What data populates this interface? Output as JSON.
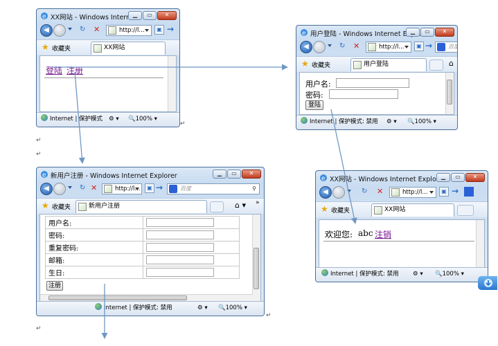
{
  "windows": {
    "home": {
      "title": "XX网站 - Windows Interne...",
      "address": "http://l...",
      "favorites": "收藏夹",
      "tab": "XX网站",
      "links": [
        "登陆",
        "注册"
      ],
      "status": "Internet | 保护模式",
      "zoom": "100%"
    },
    "login": {
      "title": "用户登陆 - Windows Internet Expl...",
      "address": "http://l...",
      "search": "百度",
      "favorites": "收藏夹",
      "tab": "用户登陆",
      "username_label": "用户名:",
      "password_label": "密码:",
      "button": "登陆",
      "status": "Internet | 保护模式: 禁用",
      "zoom": "100%"
    },
    "register": {
      "title": "新用户注册 - Windows Internet Explorer",
      "address": "http://l...",
      "search": "百度",
      "favorites": "收藏夹",
      "tab": "新用户注册",
      "fields": [
        "用户名:",
        "密码:",
        "重复密码:",
        "邮箱:",
        "生日:"
      ],
      "button": "注册",
      "status": "Internet | 保护模式: 禁用",
      "zoom": "100%"
    },
    "welcome": {
      "title": "XX网站 - Windows Internet Explor...",
      "address": "http://l...",
      "favorites": "收藏夹",
      "tab": "XX网站",
      "greeting": "欢迎您:",
      "username": "abc",
      "logout": "注销",
      "status": "Internet | 保护模式: 禁用",
      "zoom": "100%"
    }
  },
  "icons": {
    "return_mark": "↵",
    "back": "back-arrow-icon",
    "refresh": "refresh-icon",
    "stop": "stop-icon",
    "favorites": "star-icon",
    "zoom": "magnifier-icon",
    "globe": "globe-icon"
  },
  "colors": {
    "arrow": "#6f97c4",
    "link": "#7b1b8f",
    "window_frame": "#4a6f9a"
  }
}
